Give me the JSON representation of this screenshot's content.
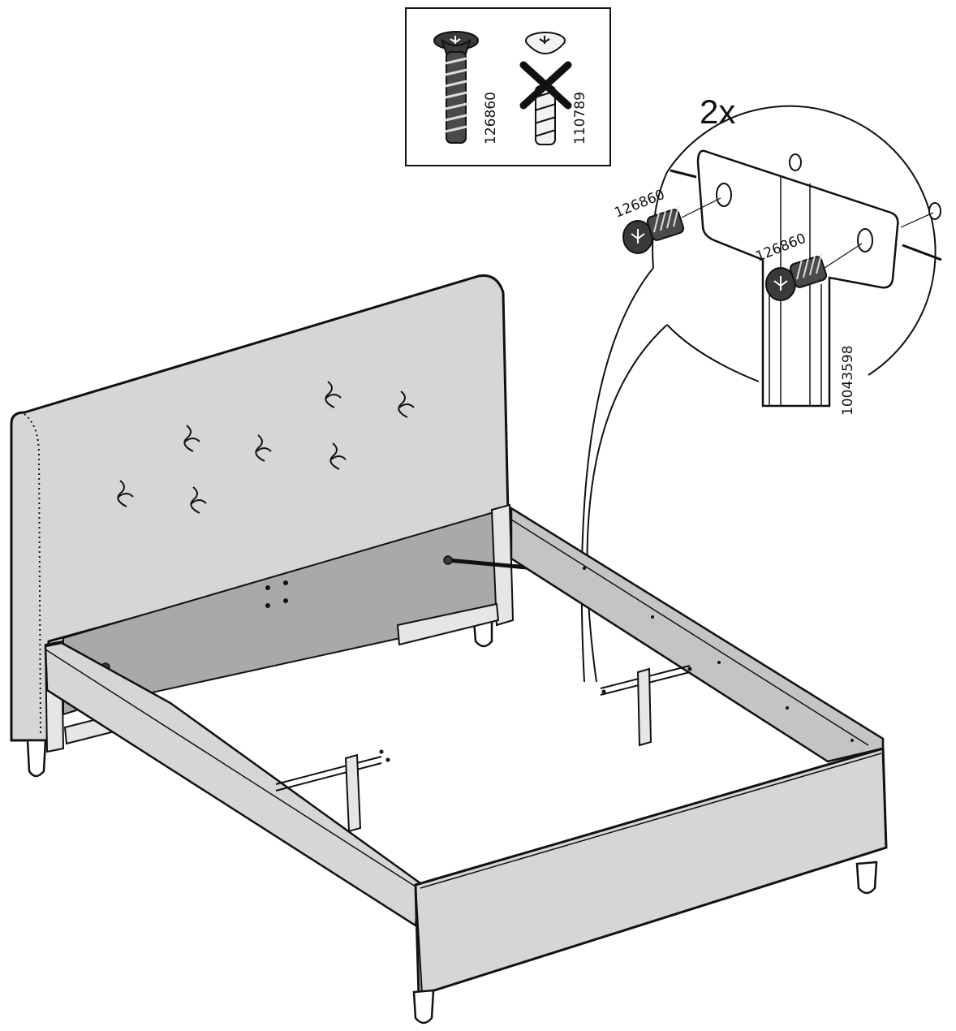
{
  "colors": {
    "line": "#111111",
    "fabric": "#d6d6d6",
    "fabric_dark": "#a9a9a9",
    "fabric_mid": "#c4c4c4",
    "metal": "#e6e6e6",
    "screw": "#3a3a3a",
    "background": "#ffffff"
  },
  "screw_panel": {
    "correct_code": "126860",
    "wrong_code": "110789"
  },
  "detail": {
    "multiplier": "2x",
    "screw_label_left": "126860",
    "screw_label_right": "126860",
    "bracket_code": "10043598"
  },
  "icons": {
    "correct_screw": "screw-126860-icon",
    "wrong_screw": "screw-110789-icon",
    "forbidden_mark": "x-mark-icon"
  }
}
